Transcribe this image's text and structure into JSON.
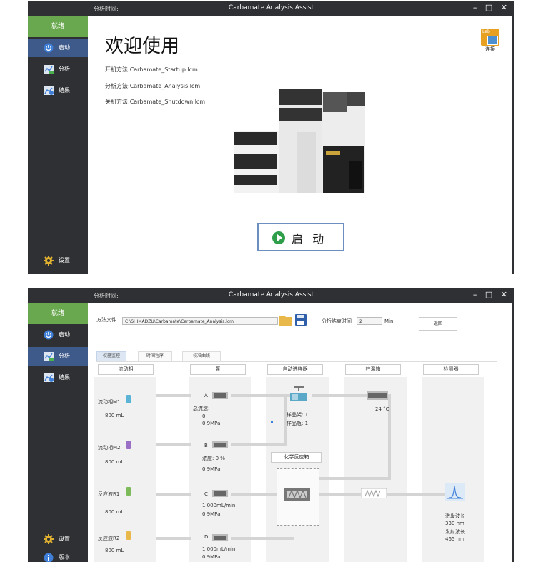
{
  "window1": {
    "title": "Carbamate Analysis Assist",
    "analysis_time_label": "分析时间:",
    "controls": "– □ ✕",
    "sidebar": {
      "status": "就绪",
      "items": [
        {
          "label": "启动",
          "icon": "power-icon"
        },
        {
          "label": "分析",
          "icon": "chart-icon"
        },
        {
          "label": "结果",
          "icon": "result-icon"
        }
      ],
      "settings": "设置"
    },
    "welcome": "欢迎使用",
    "methods": [
      "开机方法:Carbamate_Startup.lcm",
      "分析方法:Carbamate_Analysis.lcm",
      "关机方法:Carbamate_Shutdown.lcm"
    ],
    "connect_label": "连接",
    "connect_badge": "Lab",
    "start_button": "启 动"
  },
  "window2": {
    "title": "Carbamate Analysis Assist",
    "analysis_time_label": "分析时间:",
    "controls": "– □ ✕",
    "sidebar": {
      "status": "就绪",
      "items": [
        {
          "label": "启动",
          "icon": "power-icon"
        },
        {
          "label": "分析",
          "icon": "chart-icon"
        },
        {
          "label": "结果",
          "icon": "result-icon"
        }
      ],
      "settings": "设置",
      "version": "版本"
    },
    "method_file_label": "方法文件",
    "method_file_path": "C:\\SHIMADZU\\Carbamate\\Carbamate_Analysis.lcm",
    "end_time_label": "分析结束时间",
    "end_time_value": "2",
    "end_time_unit": "Min",
    "return_button": "返回",
    "tabs": [
      "仪器监控",
      "时间程序",
      "校准曲线"
    ],
    "columns": [
      "流动相",
      "泵",
      "自动进样器",
      "柱温箱",
      "检测器"
    ],
    "mobile_phases": [
      {
        "name": "流动相M1",
        "volume": "800 mL",
        "color": "#5bb3d6"
      },
      {
        "name": "流动相M2",
        "volume": "800 mL",
        "color": "#9b6fc6"
      },
      {
        "name": "反应液R1",
        "volume": "800 mL",
        "color": "#7dbb5a"
      },
      {
        "name": "反应液R2",
        "volume": "800 mL",
        "color": "#e8b84a"
      }
    ],
    "pumps": [
      {
        "id": "A",
        "lines": [
          "总流速:",
          "0",
          "0.9MPa"
        ]
      },
      {
        "id": "B",
        "lines": [
          "浓度: 0 %",
          "0.9MPa"
        ]
      },
      {
        "id": "C",
        "lines": [
          "1.000mL/min",
          "0.9MPa"
        ]
      },
      {
        "id": "D",
        "lines": [
          "1.000mL/min",
          "0.9MPa"
        ]
      }
    ],
    "autosampler": {
      "rack": "样品架:  1",
      "vial": "样品瓶:  1"
    },
    "reactor_label": "化学反应箱",
    "oven_temp": "24 °C",
    "detector": {
      "ex_label": "激发波长",
      "ex_value": "330 nm",
      "em_label": "发射波长",
      "em_value": "465 nm"
    }
  }
}
